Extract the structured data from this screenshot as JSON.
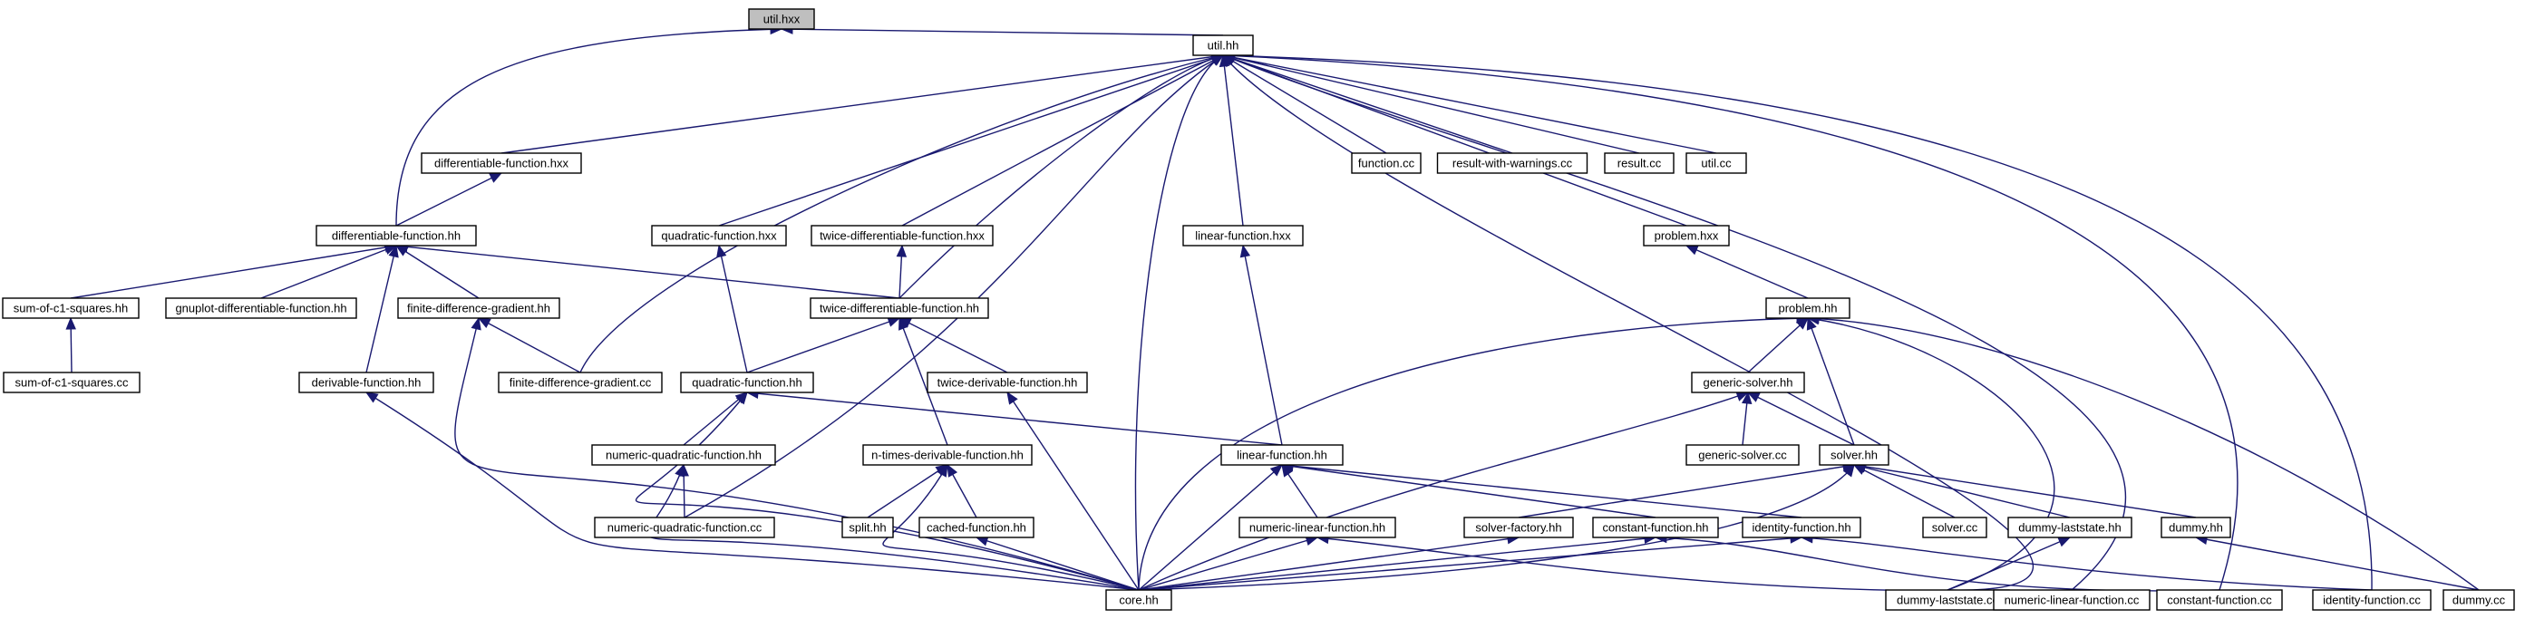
{
  "graph": {
    "title": "",
    "edge_color": "#191970",
    "node_border_color": "#000000",
    "root_fill": "#bfbfbf",
    "nodes": [
      {
        "id": "util_hxx",
        "label": "util.hxx",
        "root": true
      },
      {
        "id": "util_hh",
        "label": "util.hh"
      },
      {
        "id": "diff_fn_hxx",
        "label": "differentiable-function.hxx"
      },
      {
        "id": "function_cc",
        "label": "function.cc"
      },
      {
        "id": "result_ww_cc",
        "label": "result-with-warnings.cc"
      },
      {
        "id": "result_cc",
        "label": "result.cc"
      },
      {
        "id": "util_cc",
        "label": "util.cc"
      },
      {
        "id": "diff_fn_hh",
        "label": "differentiable-function.hh"
      },
      {
        "id": "quad_fn_hxx",
        "label": "quadratic-function.hxx"
      },
      {
        "id": "twice_diff_hxx",
        "label": "twice-differentiable-function.hxx"
      },
      {
        "id": "linear_fn_hxx",
        "label": "linear-function.hxx"
      },
      {
        "id": "problem_hxx",
        "label": "problem.hxx"
      },
      {
        "id": "sum_c1_hh",
        "label": "sum-of-c1-squares.hh"
      },
      {
        "id": "gnuplot_hh",
        "label": "gnuplot-differentiable-function.hh"
      },
      {
        "id": "fdg_hh",
        "label": "finite-difference-gradient.hh"
      },
      {
        "id": "twice_diff_hh",
        "label": "twice-differentiable-function.hh"
      },
      {
        "id": "problem_hh",
        "label": "problem.hh"
      },
      {
        "id": "sum_c1_cc",
        "label": "sum-of-c1-squares.cc"
      },
      {
        "id": "derivable_hh",
        "label": "derivable-function.hh"
      },
      {
        "id": "fdg_cc",
        "label": "finite-difference-gradient.cc"
      },
      {
        "id": "quad_fn_hh",
        "label": "quadratic-function.hh"
      },
      {
        "id": "twice_deriv_hh",
        "label": "twice-derivable-function.hh"
      },
      {
        "id": "generic_solver_hh",
        "label": "generic-solver.hh"
      },
      {
        "id": "nq_fn_hh",
        "label": "numeric-quadratic-function.hh"
      },
      {
        "id": "ntimes_hh",
        "label": "n-times-derivable-function.hh"
      },
      {
        "id": "linear_fn_hh",
        "label": "linear-function.hh"
      },
      {
        "id": "generic_solver_cc",
        "label": "generic-solver.cc"
      },
      {
        "id": "solver_hh",
        "label": "solver.hh"
      },
      {
        "id": "nq_fn_cc",
        "label": "numeric-quadratic-function.cc"
      },
      {
        "id": "split_hh",
        "label": "split.hh"
      },
      {
        "id": "cached_hh",
        "label": "cached-function.hh"
      },
      {
        "id": "nl_fn_hh",
        "label": "numeric-linear-function.hh"
      },
      {
        "id": "solver_factory_hh",
        "label": "solver-factory.hh"
      },
      {
        "id": "const_fn_hh",
        "label": "constant-function.hh"
      },
      {
        "id": "identity_hh",
        "label": "identity-function.hh"
      },
      {
        "id": "solver_cc",
        "label": "solver.cc"
      },
      {
        "id": "dummy_ls_hh",
        "label": "dummy-laststate.hh"
      },
      {
        "id": "dummy_hh",
        "label": "dummy.hh"
      },
      {
        "id": "core_hh",
        "label": "core.hh"
      },
      {
        "id": "dummy_ls_cc",
        "label": "dummy-laststate.cc"
      },
      {
        "id": "nl_fn_cc",
        "label": "numeric-linear-function.cc"
      },
      {
        "id": "const_fn_cc",
        "label": "constant-function.cc"
      },
      {
        "id": "identity_cc",
        "label": "identity-function.cc"
      },
      {
        "id": "dummy_cc",
        "label": "dummy.cc"
      }
    ],
    "edges": [
      [
        "diff_fn_hh",
        "util_hxx"
      ],
      [
        "util_hh",
        "util_hxx"
      ],
      [
        "diff_fn_hxx",
        "util_hh"
      ],
      [
        "function_cc",
        "util_hh"
      ],
      [
        "result_ww_cc",
        "util_hh"
      ],
      [
        "result_cc",
        "util_hh"
      ],
      [
        "util_cc",
        "util_hh"
      ],
      [
        "quad_fn_hxx",
        "util_hh"
      ],
      [
        "twice_diff_hxx",
        "util_hh"
      ],
      [
        "linear_fn_hxx",
        "util_hh"
      ],
      [
        "problem_hxx",
        "util_hh"
      ],
      [
        "twice_diff_hh",
        "util_hh"
      ],
      [
        "fdg_cc",
        "util_hh"
      ],
      [
        "nq_fn_cc",
        "util_hh"
      ],
      [
        "core_hh",
        "util_hh"
      ],
      [
        "nl_fn_cc",
        "util_hh"
      ],
      [
        "const_fn_cc",
        "util_hh"
      ],
      [
        "identity_cc",
        "util_hh"
      ],
      [
        "dummy_ls_cc",
        "util_hh"
      ],
      [
        "diff_fn_hh",
        "diff_fn_hxx"
      ],
      [
        "sum_c1_hh",
        "diff_fn_hh"
      ],
      [
        "gnuplot_hh",
        "diff_fn_hh"
      ],
      [
        "fdg_hh",
        "diff_fn_hh"
      ],
      [
        "derivable_hh",
        "diff_fn_hh"
      ],
      [
        "twice_diff_hh",
        "diff_fn_hh"
      ],
      [
        "quad_fn_hh",
        "quad_fn_hxx"
      ],
      [
        "twice_diff_hh",
        "twice_diff_hxx"
      ],
      [
        "linear_fn_hh",
        "linear_fn_hxx"
      ],
      [
        "problem_hh",
        "problem_hxx"
      ],
      [
        "sum_c1_cc",
        "sum_c1_hh"
      ],
      [
        "fdg_cc",
        "fdg_hh"
      ],
      [
        "core_hh",
        "fdg_hh"
      ],
      [
        "quad_fn_hh",
        "twice_diff_hh"
      ],
      [
        "twice_deriv_hh",
        "twice_diff_hh"
      ],
      [
        "ntimes_hh",
        "twice_diff_hh"
      ],
      [
        "generic_solver_hh",
        "problem_hh"
      ],
      [
        "solver_hh",
        "problem_hh"
      ],
      [
        "core_hh",
        "problem_hh"
      ],
      [
        "dummy_cc",
        "problem_hh"
      ],
      [
        "dummy_ls_cc",
        "problem_hh"
      ],
      [
        "core_hh",
        "derivable_hh"
      ],
      [
        "nq_fn_hh",
        "quad_fn_hh"
      ],
      [
        "linear_fn_hh",
        "quad_fn_hh"
      ],
      [
        "core_hh",
        "quad_fn_hh"
      ],
      [
        "core_hh",
        "twice_deriv_hh"
      ],
      [
        "generic_solver_cc",
        "generic_solver_hh"
      ],
      [
        "solver_hh",
        "generic_solver_hh"
      ],
      [
        "core_hh",
        "generic_solver_hh"
      ],
      [
        "nq_fn_cc",
        "nq_fn_hh"
      ],
      [
        "core_hh",
        "nq_fn_hh"
      ],
      [
        "split_hh",
        "ntimes_hh"
      ],
      [
        "cached_hh",
        "ntimes_hh"
      ],
      [
        "core_hh",
        "ntimes_hh"
      ],
      [
        "nl_fn_hh",
        "linear_fn_hh"
      ],
      [
        "const_fn_hh",
        "linear_fn_hh"
      ],
      [
        "identity_hh",
        "linear_fn_hh"
      ],
      [
        "core_hh",
        "linear_fn_hh"
      ],
      [
        "solver_factory_hh",
        "solver_hh"
      ],
      [
        "solver_cc",
        "solver_hh"
      ],
      [
        "dummy_ls_hh",
        "solver_hh"
      ],
      [
        "dummy_hh",
        "solver_hh"
      ],
      [
        "core_hh",
        "solver_hh"
      ],
      [
        "core_hh",
        "cached_hh"
      ],
      [
        "core_hh",
        "nl_fn_hh"
      ],
      [
        "nl_fn_cc",
        "nl_fn_hh"
      ],
      [
        "core_hh",
        "solver_factory_hh"
      ],
      [
        "core_hh",
        "const_fn_hh"
      ],
      [
        "const_fn_cc",
        "const_fn_hh"
      ],
      [
        "core_hh",
        "identity_hh"
      ],
      [
        "identity_cc",
        "identity_hh"
      ],
      [
        "dummy_ls_cc",
        "dummy_ls_hh"
      ],
      [
        "dummy_cc",
        "dummy_hh"
      ]
    ]
  }
}
